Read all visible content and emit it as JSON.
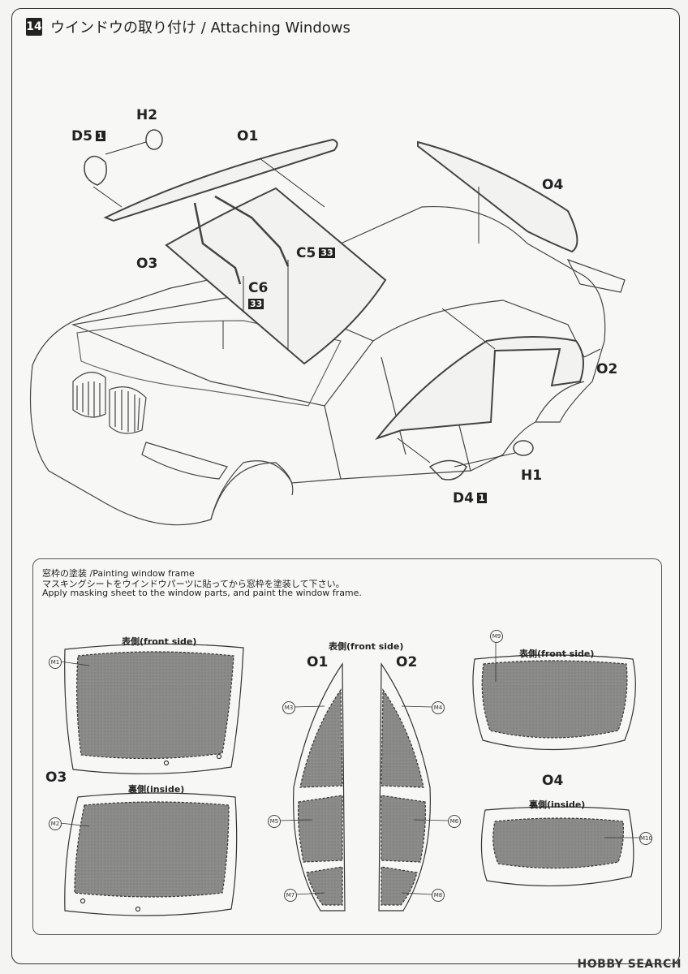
{
  "step": {
    "number": "14",
    "title": "ウインドウの取り付け / Attaching Windows"
  },
  "parts": {
    "h2": "H2",
    "d5": "D5",
    "d5_tag": "1",
    "o1": "O1",
    "o4": "O4",
    "o3": "O3",
    "c5": "C5",
    "c5_tag": "33",
    "c6": "C6",
    "c6_tag": "33",
    "o2": "O2",
    "h1": "H1",
    "d4": "D4",
    "d4_tag": "1"
  },
  "painting": {
    "title": "窓枠の塗装 /Painting window frame",
    "line_jp": "マスキングシートをウインドウパーツに貼ってから窓枠を塗装して下さい。",
    "line_en": "Apply masking sheet to the window parts, and paint the window frame.",
    "front_side": "表側(front side)",
    "inside": "裏側(inside)",
    "front_side_o12": "表側(front side)",
    "front_side_o4": "表側(front side)",
    "inside_o4": "裏側(inside)",
    "label_o3": "O3",
    "label_o1": "O1",
    "label_o2": "O2",
    "label_o4": "O4",
    "masks": [
      "M1",
      "M2",
      "M3",
      "M4",
      "M5",
      "M6",
      "M7",
      "M8",
      "M9",
      "M10"
    ]
  },
  "watermark": "HOBBY SEARCH"
}
